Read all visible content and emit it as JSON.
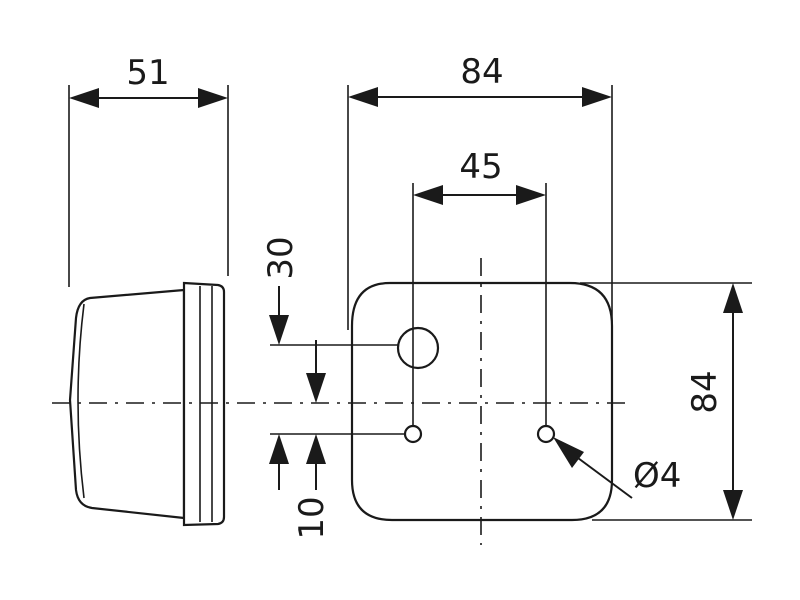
{
  "dimensions": {
    "side_depth": "51",
    "front_width": "84",
    "hole_spacing": "45",
    "upper_offset": "30",
    "lower_offset": "10",
    "front_height": "84",
    "hole_diameter": "Ø4"
  }
}
